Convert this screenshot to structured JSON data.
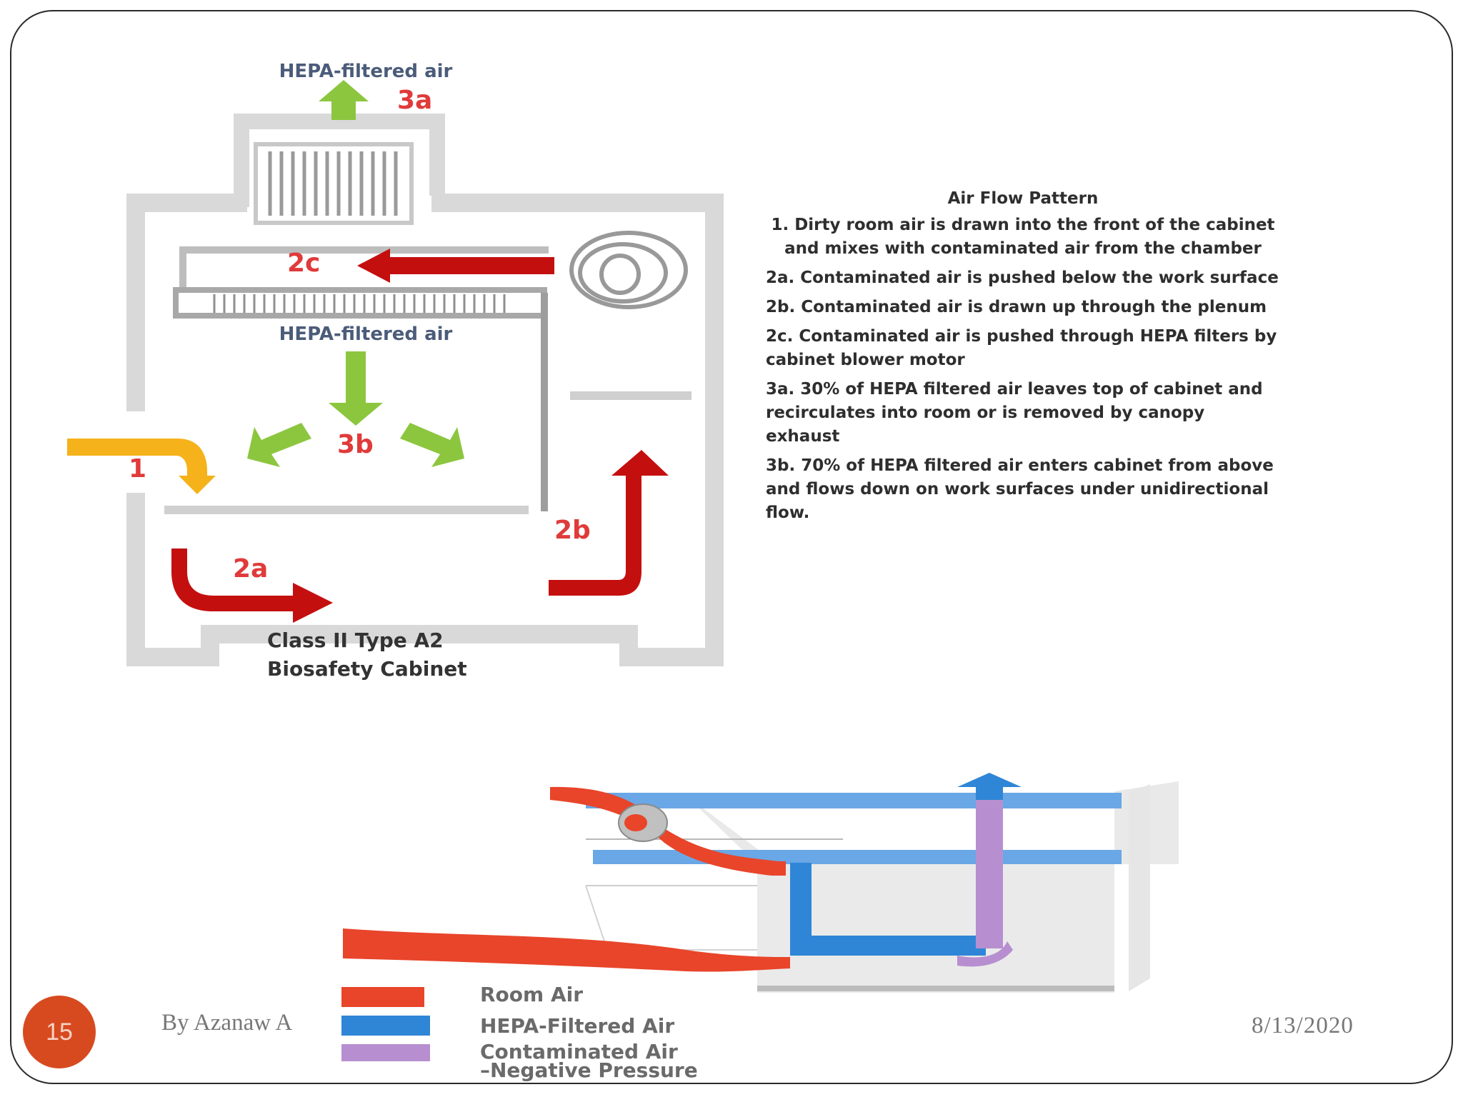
{
  "colors": {
    "room_air": "#e8452a",
    "hepa": "#2f86d6",
    "contaminated": "#b78fd0",
    "dirty_arrow": "#c40f0f",
    "clean_arrow": "#8cc63f",
    "room_arrow": "#f5b21a"
  },
  "cabinet": {
    "top_label": "HEPA-filtered air",
    "label_3a": "3a",
    "label_2c": "2c",
    "inner_label": "HEPA-filtered air",
    "label_3b": "3b",
    "label_1": "1",
    "label_2a": "2a",
    "label_2b": "2b",
    "caption_line1": "Class II Type A2",
    "caption_line2": "Biosafety Cabinet"
  },
  "airflow": {
    "title": "Air Flow Pattern",
    "items": [
      "1.  Dirty room air is drawn into the front of the cabinet and mixes with contaminated air from the chamber",
      "2a. Contaminated air is pushed below the work surface",
      "2b. Contaminated air is drawn up through the plenum",
      "2c. Contaminated air is pushed through HEPA filters by cabinet blower motor",
      "3a. 30% of HEPA filtered air leaves top of cabinet and recirculates into room or is removed by canopy exhaust",
      "3b. 70% of HEPA filtered air enters cabinet from above and flows down on work surfaces under unidirectional flow."
    ]
  },
  "legend": {
    "room_air": "Room Air",
    "hepa": "HEPA-Filtered Air",
    "contaminated_line1": "Contaminated Air",
    "contaminated_line2": "–Negative Pressure"
  },
  "footer": {
    "slide_number": "15",
    "author": "By Azanaw A",
    "date": "8/13/2020"
  }
}
